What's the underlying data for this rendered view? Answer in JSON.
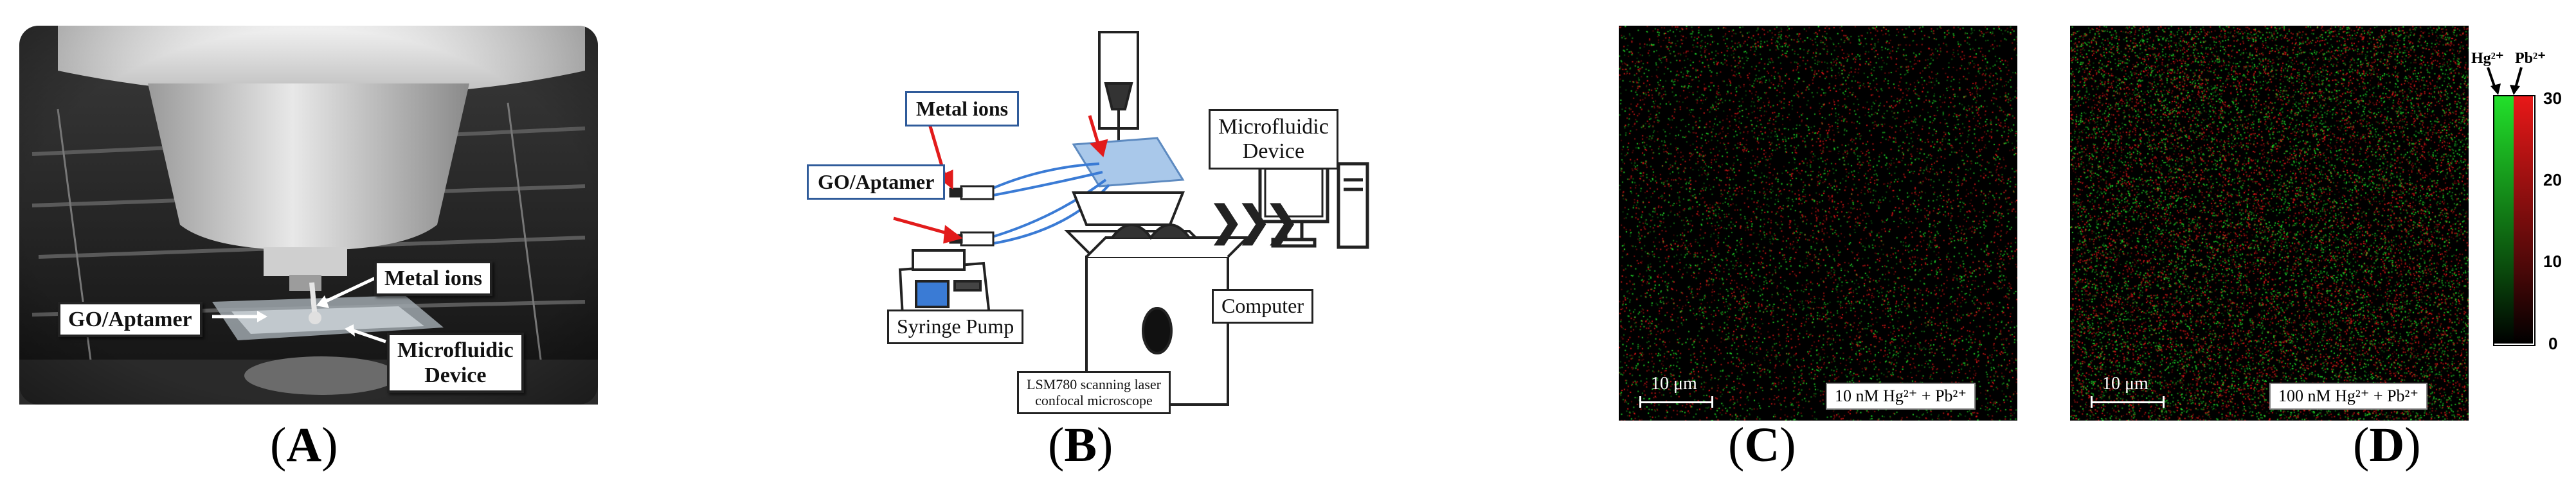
{
  "panel_a": {
    "label": "A",
    "tags": {
      "metal_ions": "Metal ions",
      "go_aptamer": "GO/Aptamer",
      "microfluidic_line1": "Microfluidic",
      "microfluidic_line2": "Device"
    }
  },
  "panel_b": {
    "label": "B",
    "tags": {
      "metal_ions": "Metal ions",
      "go_aptamer": "GO/Aptamer",
      "microfluidic_line1": "Microfluidic",
      "microfluidic_line2": "Device",
      "syringe_pump": "Syringe Pump",
      "computer": "Computer",
      "microscope_line1": "LSM780 scanning laser",
      "microscope_line2": "confocal microscope"
    },
    "arrows_text": "❯❯❯"
  },
  "panel_c": {
    "label": "C",
    "scale_bar": "10 μm",
    "concentration": "10 nM Hg²⁺ + Pb²⁺"
  },
  "panel_d": {
    "label": "D",
    "scale_bar": "10 μm",
    "concentration": "100 nM Hg²⁺ + Pb²⁺"
  },
  "colorbar": {
    "hg_label": "Hg²⁺",
    "pb_label": "Pb²⁺",
    "ticks": [
      "30",
      "20",
      "10",
      "0"
    ],
    "hg_color": "#22e02a",
    "pb_color": "#e81818"
  }
}
